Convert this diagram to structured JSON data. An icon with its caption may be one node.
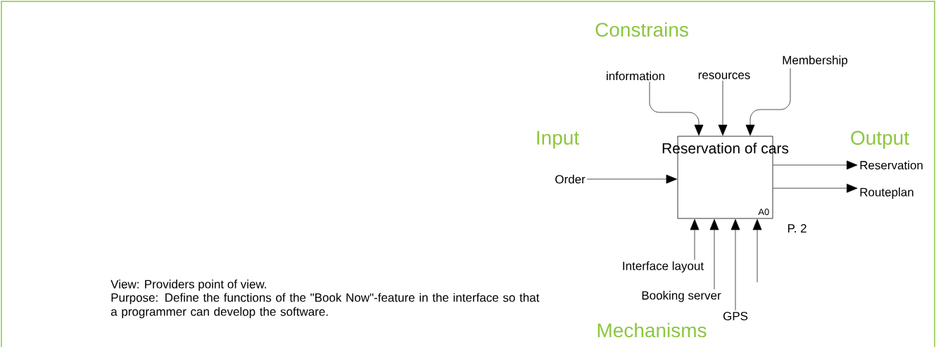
{
  "diagram": {
    "nodes": [
      {
        "text": [
          "Reservation of cars",
          "A0"
        ],
        "beside": [
          "P. 2"
        ]
      },
      {
        "text": [
          "Order"
        ]
      },
      {
        "text": [
          "information"
        ]
      },
      {
        "text": [
          "resources"
        ]
      },
      {
        "text": [
          "Membership"
        ]
      },
      {
        "text": [
          "Reservation"
        ]
      },
      {
        "text": [
          "Routeplan"
        ]
      },
      {
        "text": [
          "Interface layout"
        ]
      },
      {
        "text": [
          "Booking server"
        ]
      },
      {
        "text": [
          "GPS"
        ]
      }
    ],
    "edges": [
      {
        "from": 1,
        "to": 0,
        "arrow": "to"
      },
      {
        "from": 2,
        "to": 0,
        "arrow": "to"
      },
      {
        "from": 3,
        "to": 0,
        "arrow": "to"
      },
      {
        "from": 4,
        "to": 0,
        "arrow": "to"
      },
      {
        "from": 0,
        "to": 5,
        "arrow": "to"
      },
      {
        "from": 0,
        "to": 6,
        "arrow": "to"
      },
      {
        "from": 7,
        "to": 0,
        "arrow": "to"
      },
      {
        "from": 8,
        "to": 0,
        "arrow": "to"
      },
      {
        "from": 9,
        "to": 0,
        "arrow": "to"
      },
      {
        "from": null,
        "to": 0,
        "arrow": "to"
      }
    ],
    "labels": [
      "Constrains",
      "Input",
      "Output",
      "Mechanisms",
      "View: Providers point of view.",
      "Purpose: Define the functions of the \"Book Now\"-feature in the interface so that a programmer can develop the software."
    ]
  }
}
